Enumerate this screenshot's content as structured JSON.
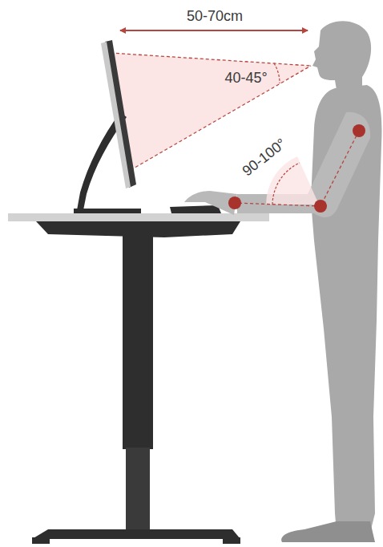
{
  "diagram": {
    "labels": [
      "50-70cm",
      "40-45°",
      "90-100°"
    ]
  }
}
